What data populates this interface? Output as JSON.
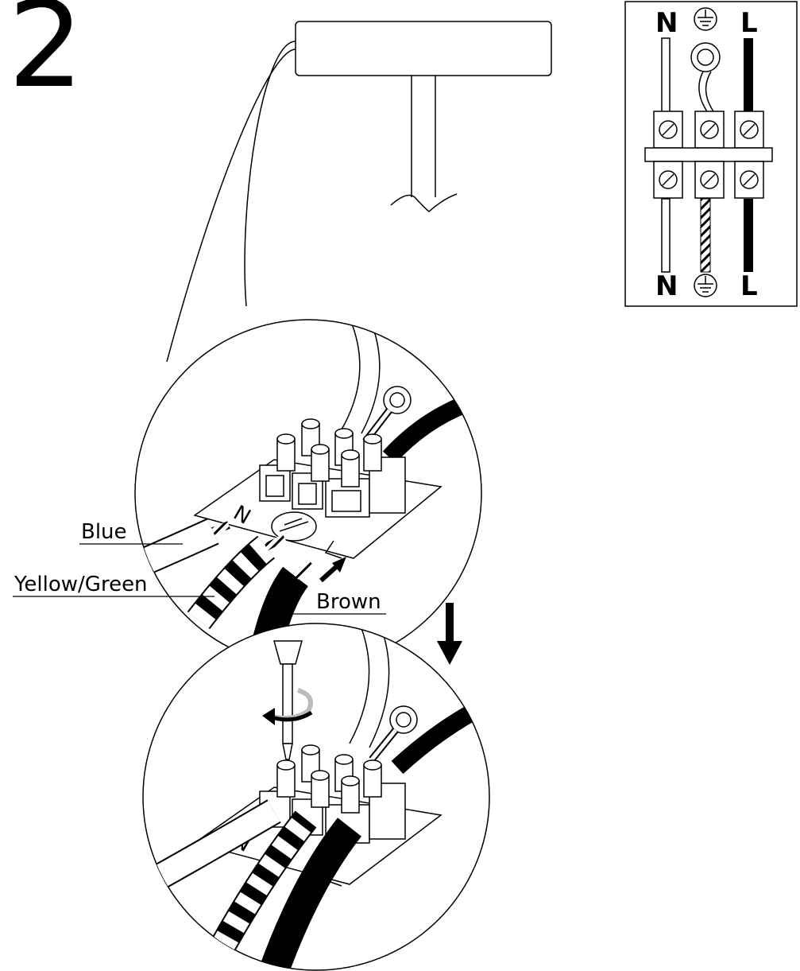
{
  "step_number": "2",
  "wire_labels": {
    "blue": "Blue",
    "earth": "Yellow/Green",
    "brown": "Brown"
  },
  "terminal_block": {
    "top": [
      "N",
      "L"
    ],
    "bottom": [
      "N",
      "L"
    ]
  },
  "icons": [
    "earth-symbol-icon",
    "screwdriver-icon",
    "rotate-arrow-icon",
    "down-arrow-icon",
    "insert-arrow-icon"
  ],
  "colors": {
    "line": "#000000",
    "wire_light": "#ffffff",
    "wire_dark": "#111111"
  }
}
